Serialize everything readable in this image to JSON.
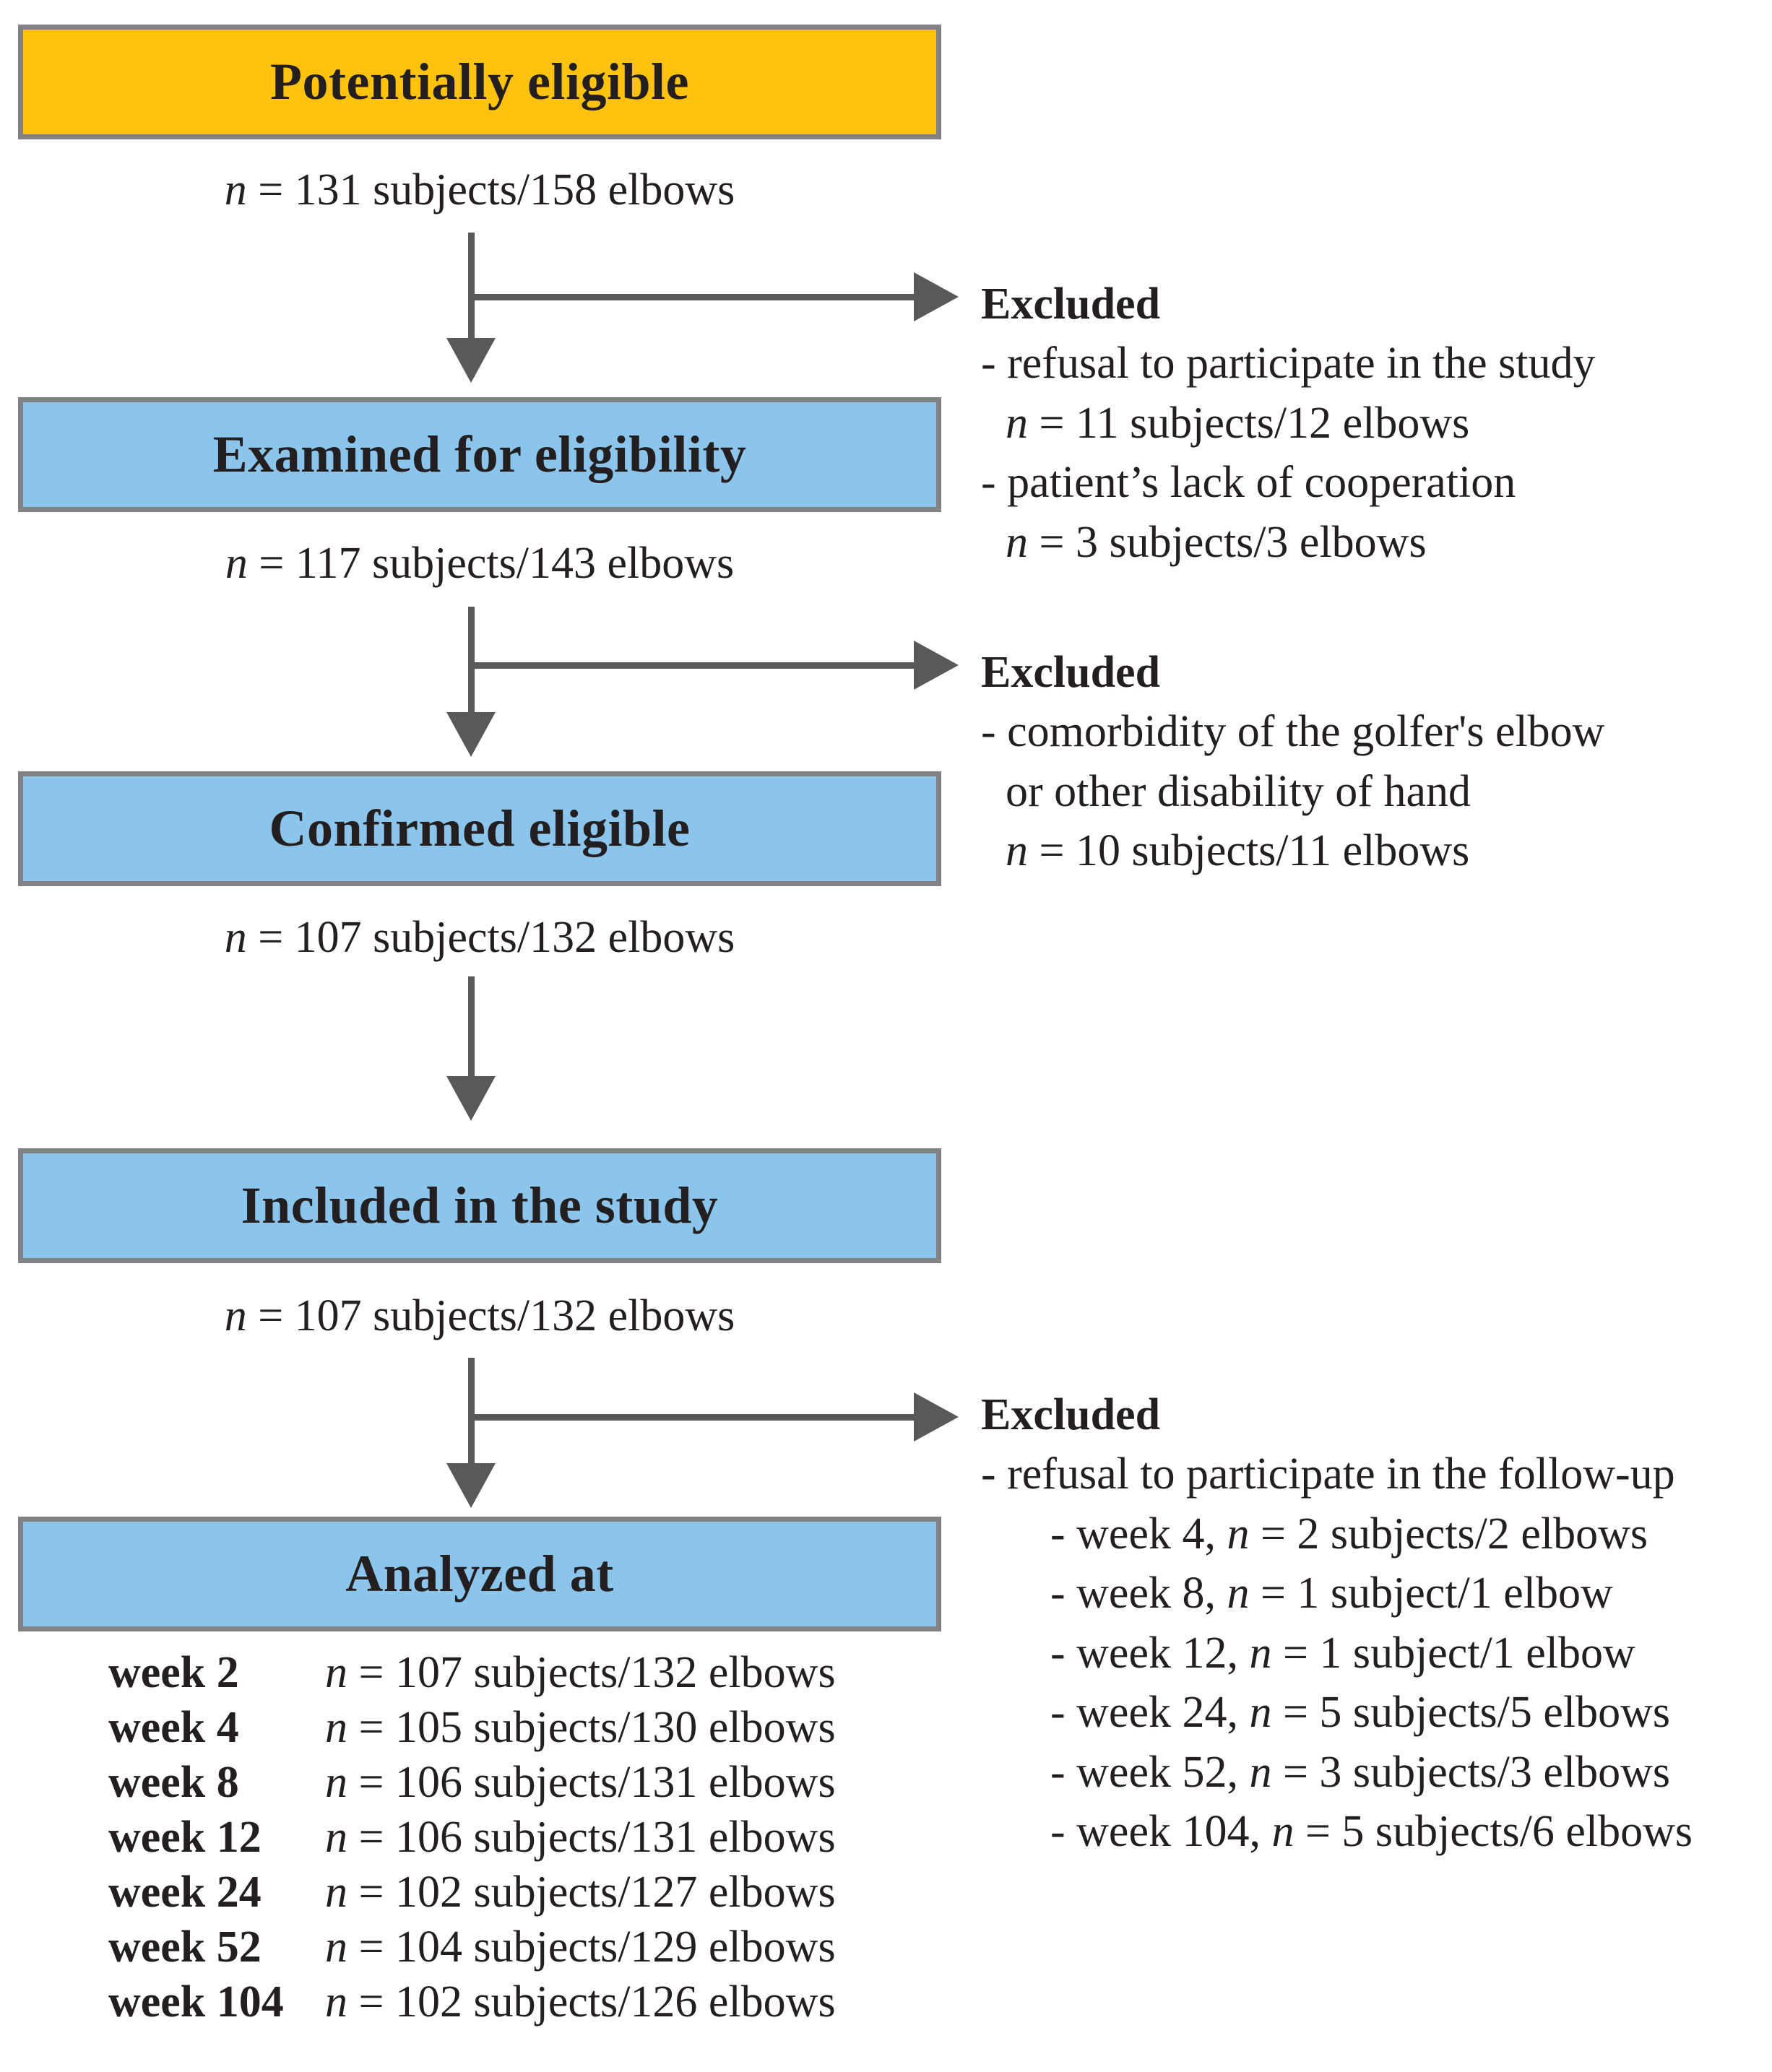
{
  "colors": {
    "amber": "#FFC20E",
    "blue": "#8CC5EB",
    "box_border": "#808285",
    "connector": "#58595b",
    "text": "#231f20"
  },
  "flow": {
    "nodes": [
      {
        "id": "potentially-eligible",
        "title": "Potentially eligible",
        "style": "amber",
        "caption_n": "n",
        "caption_rest": " = 131 subjects/158 elbows"
      },
      {
        "id": "examined-for-eligibility",
        "title": "Examined for eligibility",
        "style": "blue",
        "caption_n": "n",
        "caption_rest": " = 117 subjects/143 elbows"
      },
      {
        "id": "confirmed-eligible",
        "title": "Confirmed eligible",
        "style": "blue",
        "caption_n": "n",
        "caption_rest": " = 107 subjects/132 elbows"
      },
      {
        "id": "included-in-the-study",
        "title": "Included in the study",
        "style": "blue",
        "caption_n": "n",
        "caption_rest": " = 107 subjects/132 elbows"
      },
      {
        "id": "analyzed-at",
        "title": "Analyzed at",
        "style": "blue",
        "caption_n": "",
        "caption_rest": ""
      }
    ]
  },
  "excluded_blocks": [
    {
      "id": "excluded-1",
      "heading": "Excluded",
      "lines": [
        {
          "text": "- refusal to participate in the study",
          "indent": 0,
          "italic_n": false
        },
        {
          "n": "n",
          "text": " = 11 subjects/12 elbows",
          "indent": 1,
          "italic_n": true
        },
        {
          "text": "- patient’s lack of cooperation",
          "indent": 0,
          "italic_n": false
        },
        {
          "n": "n",
          "text": " = 3 subjects/3 elbows",
          "indent": 1,
          "italic_n": true
        }
      ]
    },
    {
      "id": "excluded-2",
      "heading": "Excluded",
      "lines": [
        {
          "text": "- comorbidity of the golfer's elbow",
          "indent": 0,
          "italic_n": false
        },
        {
          "text": "or other disability of hand",
          "indent": 1,
          "italic_n": false
        },
        {
          "n": "n",
          "text": " = 10 subjects/11 elbows",
          "indent": 1,
          "italic_n": true
        }
      ]
    }
  ],
  "excluded_followup": {
    "id": "excluded-3",
    "heading": "Excluded",
    "intro": "- refusal to participate in the follow-up",
    "rows": [
      {
        "week": "- week 4,",
        "n": "n",
        "value": " = 2 subjects/2 elbows"
      },
      {
        "week": "- week 8,",
        "n": "n",
        "value": " = 1 subject/1 elbow"
      },
      {
        "week": "- week 12,",
        "n": "n",
        "value": " = 1 subject/1 elbow"
      },
      {
        "week": "- week 24,",
        "n": "n",
        "value": " = 5 subjects/5 elbows"
      },
      {
        "week": "- week 52,",
        "n": "n",
        "value": " = 3 subjects/3 elbows"
      },
      {
        "week": "- week 104,",
        "n": "n",
        "value": " = 5 subjects/6 elbows"
      }
    ]
  },
  "analyzed_weeks": {
    "rows": [
      {
        "week": "week 2",
        "n": "n",
        "value": " = 107 subjects/132 elbows"
      },
      {
        "week": "week 4",
        "n": "n",
        "value": " = 105 subjects/130 elbows"
      },
      {
        "week": "week 8",
        "n": "n",
        "value": " = 106 subjects/131 elbows"
      },
      {
        "week": "week 12",
        "n": "n",
        "value": " = 106 subjects/131 elbows"
      },
      {
        "week": "week 24",
        "n": "n",
        "value": " = 102 subjects/127 elbows"
      },
      {
        "week": "week 52",
        "n": "n",
        "value": " = 104 subjects/129 elbows"
      },
      {
        "week": "week 104",
        "n": "n",
        "value": " = 102 subjects/126 elbows"
      }
    ]
  }
}
